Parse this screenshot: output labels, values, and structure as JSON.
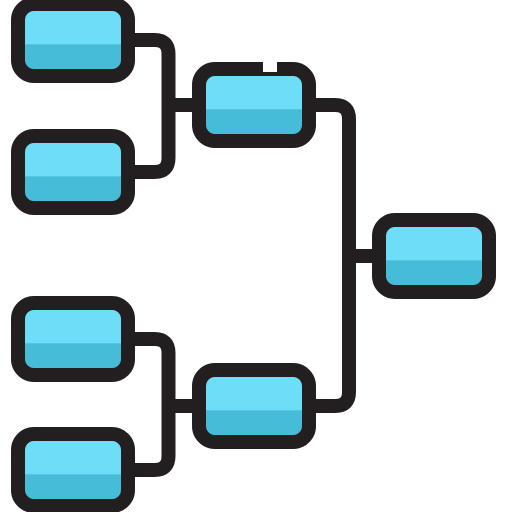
{
  "colors": {
    "background": "#ffffff",
    "outline": "#231f20",
    "fill_light": "#6dddf8",
    "fill_shade": "#46bcd8"
  },
  "icon": {
    "name": "tournament-bracket-icon",
    "nodes": [
      {
        "id": "round1-match1",
        "round": 1
      },
      {
        "id": "round1-match2",
        "round": 1
      },
      {
        "id": "round1-match3",
        "round": 1
      },
      {
        "id": "round1-match4",
        "round": 1
      },
      {
        "id": "semifinal-top",
        "round": 2
      },
      {
        "id": "semifinal-bottom",
        "round": 2
      },
      {
        "id": "final",
        "round": 3
      }
    ],
    "links": [
      {
        "from": "round1-match1",
        "to": "semifinal-top"
      },
      {
        "from": "round1-match2",
        "to": "semifinal-top"
      },
      {
        "from": "round1-match3",
        "to": "semifinal-bottom"
      },
      {
        "from": "round1-match4",
        "to": "semifinal-bottom"
      },
      {
        "from": "semifinal-top",
        "to": "final"
      },
      {
        "from": "semifinal-bottom",
        "to": "final"
      }
    ]
  }
}
